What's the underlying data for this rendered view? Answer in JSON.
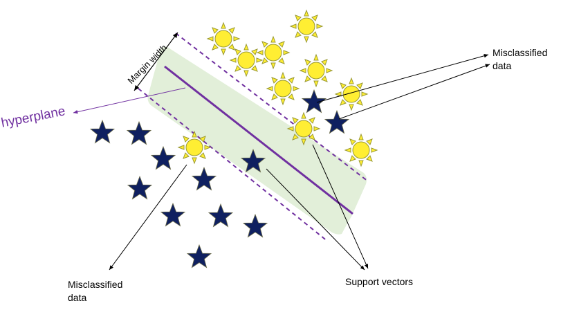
{
  "labels": {
    "hyperplane": "hyperplane",
    "margin_width": "Margin width",
    "misclassified_right_line1": "Misclassified",
    "misclassified_right_line2": "data",
    "misclassified_bottom_line1": "Misclassified",
    "misclassified_bottom_line2": "data",
    "support_vectors": "Support vectors"
  },
  "colors": {
    "hyperplane": "#7030a0",
    "margin_band": "#e2efd9",
    "star_fill": "#0f2060",
    "sun_fill": "#ffee33",
    "sun_stroke": "#999933",
    "arrow": "#000000"
  },
  "legend": {
    "star_class": "star-icon",
    "sun_class": "sun-icon"
  }
}
